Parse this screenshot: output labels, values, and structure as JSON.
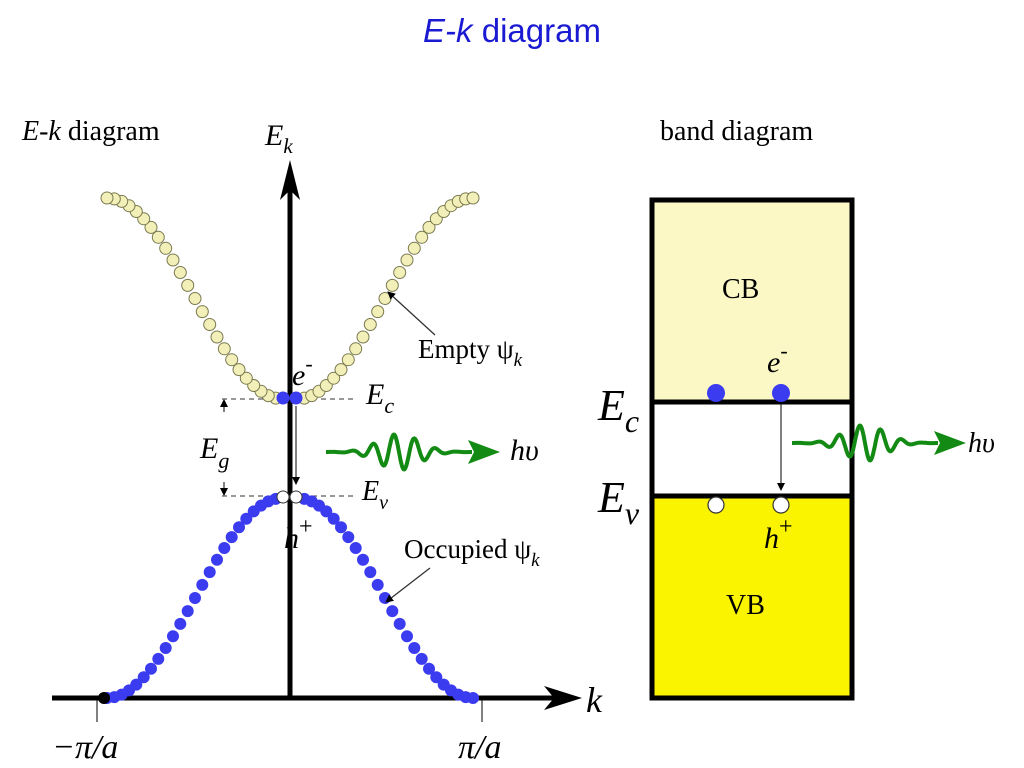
{
  "title": {
    "italic": "E-k",
    "rest": " diagram"
  },
  "ek": {
    "heading_italic": "E-k",
    "heading_rest": " diagram",
    "axis_e_base": "E",
    "axis_e_sub": "k",
    "axis_k": "k",
    "tick_left": "−π/a",
    "tick_right": "π/a",
    "empty_label": "Empty ψ",
    "empty_sub": "k",
    "occupied_label": "Occupied ψ",
    "occupied_sub": "k",
    "ec_base": "E",
    "ec_sub": "c",
    "ev_base": "E",
    "ev_sub": "v",
    "eg_base": "E",
    "eg_sub": "g",
    "electron_base": "e",
    "electron_sup": "-",
    "hole_base": "h",
    "hole_sup": "+",
    "photon": "hυ"
  },
  "band": {
    "heading": "band diagram",
    "cb": "CB",
    "vb": "VB",
    "ec_base": "E",
    "ec_sub": "c",
    "ev_base": "E",
    "ev_sub": "v",
    "electron_base": "e",
    "electron_sup": "-",
    "hole_base": "h",
    "hole_sup": "+",
    "photon": "hυ"
  },
  "colors": {
    "title": "#1a1ad2",
    "occupied_dot": "#3b3bf0",
    "empty_dot_fill": "#f3efb8",
    "empty_dot_stroke": "#7a7a50",
    "photon": "#138a13",
    "cb_fill": "#fbf8c6",
    "vb_fill": "#fbf400"
  }
}
